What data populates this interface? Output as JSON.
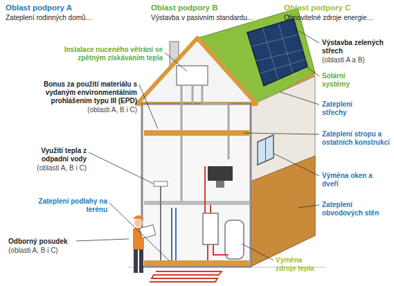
{
  "diagram": {
    "labels": [
      "Oblast podpory A",
      "Zateplení rodinných domů…",
      "Oblast podpory B",
      "Výstavba v pasivním standardu…",
      "Oblast podpory C",
      "Obnovitelné zdroje energie…",
      "Instalace nuceného větrání se zpětným získáváním tepla",
      "Výstavba zelených střech",
      "(oblasti A a B)",
      "Bonus za použití materiálu s vydaným environmentálním prohlášením typu III (EPD)",
      "(oblasti A, B i C)",
      "Solární systémy",
      "Zateplení střechy",
      "Využití tepla z odpadní vody",
      "(oblasti A, B i C)",
      "Zateplení stropu a ostatních konstrukcí",
      "Výměna oken a dveří",
      "Zateplení podlahy na terénu",
      "Zateplení obvodových stěn",
      "Odborný posudek",
      "(oblasti A, B i C)",
      "Výměna zdroje tepla"
    ]
  }
}
